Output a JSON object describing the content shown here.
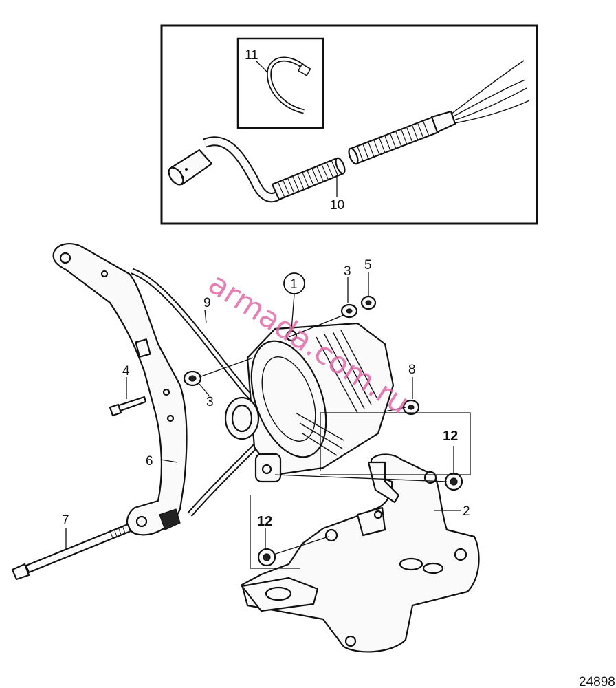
{
  "watermark": "armada.com.ru",
  "drawing_number": "24898",
  "callouts": {
    "c1": "1",
    "c2": "2",
    "c3a": "3",
    "c3b": "3",
    "c4": "4",
    "c5": "5",
    "c6": "6",
    "c7": "7",
    "c8": "8",
    "c9": "9",
    "c10": "10",
    "c11": "11",
    "c12a": "12",
    "c12b": "12"
  }
}
